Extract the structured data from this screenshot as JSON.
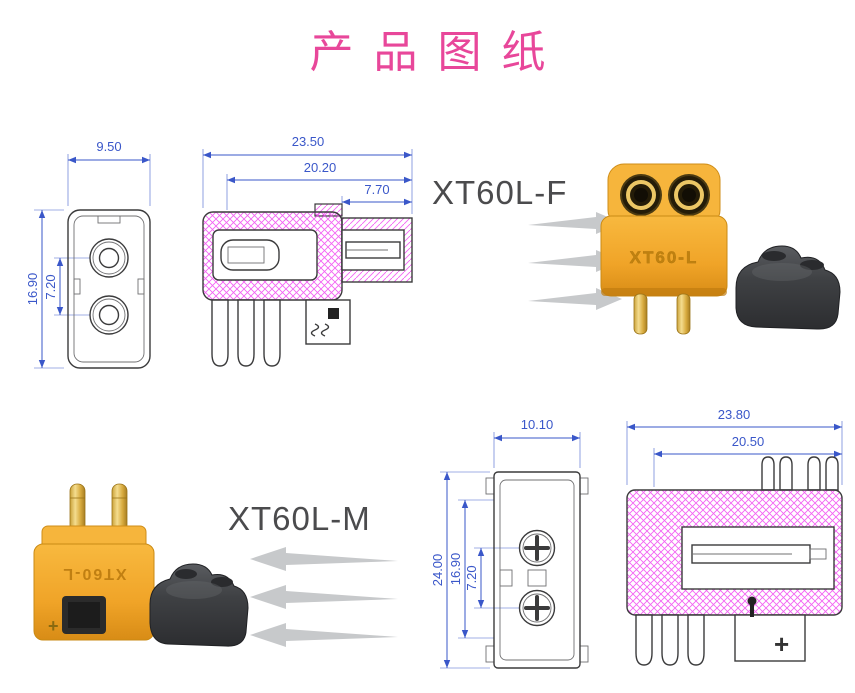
{
  "title": "产品图纸",
  "colors": {
    "title_pink": "#e8479a",
    "dimension_blue": "#3a57c9",
    "hatch_magenta": "#f03cf0",
    "outline_dark": "#3b3b3c",
    "connector_yellow": "#f0a428",
    "pin_gold": "#d8ab3f",
    "cap_gray": "#3f4144",
    "arrow_gray": "#c7c9cb",
    "label_gray": "#4b4b4d"
  },
  "female": {
    "label": "XT60L-F",
    "marking": "XT60-L",
    "front_view": {
      "width": "9.50",
      "height": "16.90",
      "pitch": "7.20"
    },
    "section_view": {
      "overall_length": "23.50",
      "body_length": "20.20",
      "tip_length": "7.70"
    }
  },
  "male": {
    "label": "XT60L-M",
    "marking": "XT60-L",
    "polarity_mark": "+",
    "front_view": {
      "width": "10.10",
      "height": "24.00",
      "body_height": "16.90",
      "pitch": "7.20"
    },
    "section_view": {
      "overall_length": "23.80",
      "body_length": "20.50",
      "polarity_mark": "+"
    }
  }
}
